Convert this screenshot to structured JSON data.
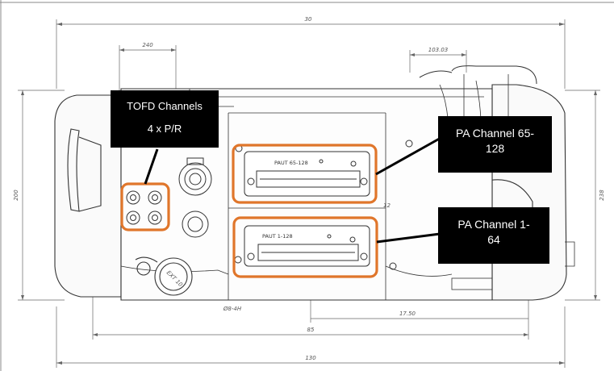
{
  "dimensions": {
    "top_overall": "30",
    "top_left": "240",
    "top_right": "103.03",
    "left_height": "200",
    "right_height": "238",
    "bottom_inner": "85",
    "bottom_overall": "130",
    "bottom_right": "17.50",
    "bottom_left_small": "Ø8-4H"
  },
  "connectors": {
    "upper_label": "PAUT 65-128",
    "lower_label": "PAUT 1-128",
    "upper_side_mark": "12"
  },
  "cap_text": "EXT 10",
  "callouts": {
    "tofd": {
      "line1": "TOFD Channels",
      "line2": "4 x P/R"
    },
    "pa_upper": {
      "line1": "PA Channel 65-",
      "line2": "128"
    },
    "pa_lower": {
      "line1": "PA Channel 1-",
      "line2": "64"
    }
  },
  "colors": {
    "highlight": "#e0762b",
    "callout_bg": "#000000",
    "callout_text": "#ffffff"
  }
}
